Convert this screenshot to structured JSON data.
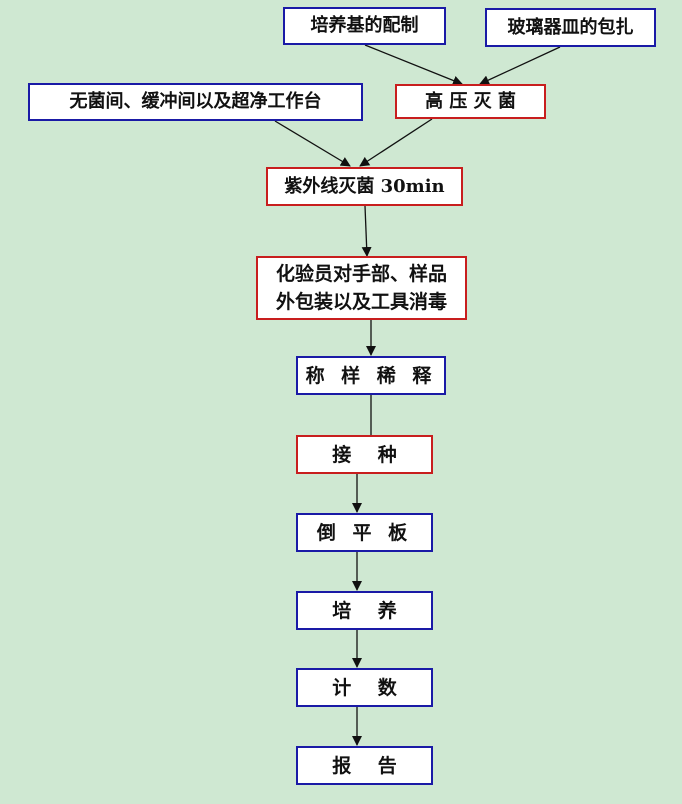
{
  "diagram": {
    "nodes": {
      "medium_prep": "培养基的配制",
      "glassware_wrap": "玻璃器皿的包扎",
      "sterile_rooms": "无菌间、缓冲间以及超净工作台",
      "autoclave": "高 压 灭 菌",
      "uv_sterilize": "紫外线灭菌 30min",
      "disinfect": "化验员对手部、样品\n外包装以及工具消毒",
      "weigh_dilute": "称 样 稀 释",
      "inoculate": "接    种",
      "pour_plate": "倒 平 板",
      "incubate": "培    养",
      "count": "计    数",
      "report": "报    告"
    },
    "colors": {
      "background": "#cfe8d2",
      "blue_border": "#1a1aa6",
      "red_border": "#c81e1e",
      "arrow": "#111111"
    }
  }
}
